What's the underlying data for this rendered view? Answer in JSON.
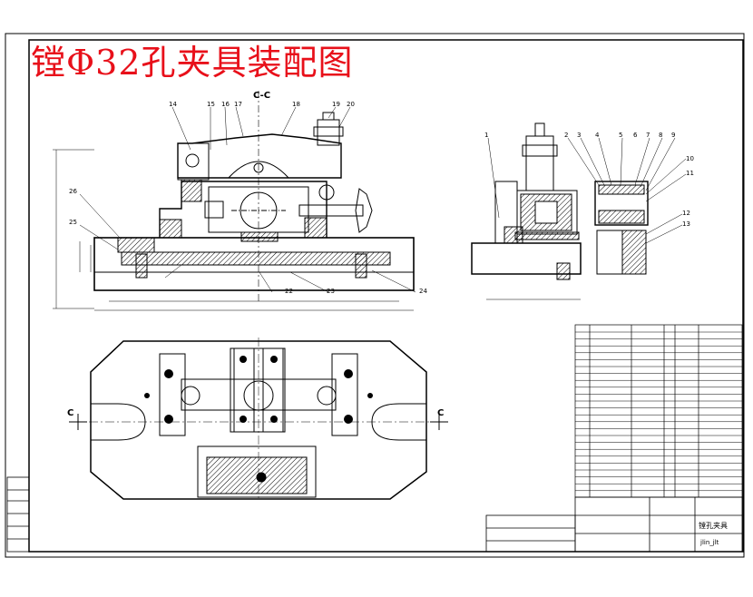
{
  "title": "镗Φ32孔夹具装配图",
  "section_label": "C-C",
  "section_mark": "C",
  "part_numbers_front": [
    "14",
    "15",
    "16",
    "17",
    "18",
    "19",
    "20",
    "26",
    "25",
    "22",
    "23",
    "24"
  ],
  "part_numbers_side": [
    "1",
    "2",
    "3",
    "4",
    "5",
    "6",
    "7",
    "8",
    "9",
    "10",
    "11",
    "12",
    "13"
  ],
  "title_block_name": "镗孔夹具",
  "title_block_designer": "jlin_jlt",
  "colors": {
    "title": "#e8101a",
    "line": "#000000",
    "paper": "#ffffff"
  }
}
